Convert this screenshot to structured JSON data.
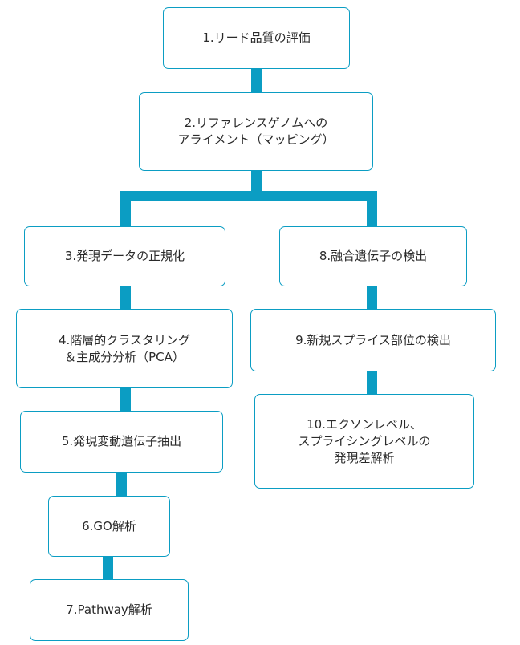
{
  "colors": {
    "connector": "#0b9dc3",
    "node_border": "#0b9dc3",
    "text": "#2a2a2a"
  },
  "nodes": {
    "n1": {
      "lines": [
        "1.リード品質の評価"
      ]
    },
    "n2": {
      "lines": [
        "2.リファレンスゲノムへの",
        "アライメント（マッピング）"
      ]
    },
    "n3": {
      "lines": [
        "3.発現データの正規化"
      ]
    },
    "n4": {
      "lines": [
        "4.階層的クラスタリング",
        "＆主成分分析（PCA）"
      ]
    },
    "n5": {
      "lines": [
        "5.発現変動遺伝子抽出"
      ]
    },
    "n6": {
      "lines": [
        "6.GO解析"
      ]
    },
    "n7": {
      "lines": [
        "7.Pathway解析"
      ]
    },
    "n8": {
      "lines": [
        "8.融合遺伝子の検出"
      ]
    },
    "n9": {
      "lines": [
        "9.新規スプライス部位の検出"
      ]
    },
    "n10": {
      "lines": [
        "10.エクソンレベル、",
        "スプライシングレベルの",
        "発現差解析"
      ]
    }
  }
}
